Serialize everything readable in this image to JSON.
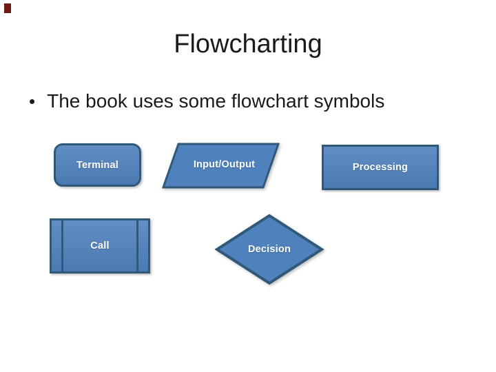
{
  "slide": {
    "title": "Flowcharting",
    "bullet_glyph": "•",
    "bullet_text": "The book uses some flowchart symbols",
    "shapes": [
      {
        "type": "rounded-rectangle",
        "meaning": "terminal-symbol",
        "label": "Terminal"
      },
      {
        "type": "parallelogram",
        "meaning": "input-output-symbol",
        "label": "Input/Output"
      },
      {
        "type": "rectangle",
        "meaning": "processing-symbol",
        "label": "Processing"
      },
      {
        "type": "predefined-process",
        "meaning": "call-symbol",
        "label": "Call"
      },
      {
        "type": "diamond",
        "meaning": "decision-symbol",
        "label": "Decision"
      }
    ]
  },
  "colors": {
    "shape_fill": "#4F81BD",
    "shape_border": "#2F5879",
    "label_color": "#FFFFFF",
    "title_color": "#1A1A1A",
    "text_color": "#1A1A1A",
    "corner_mark": "#6B1A15"
  }
}
